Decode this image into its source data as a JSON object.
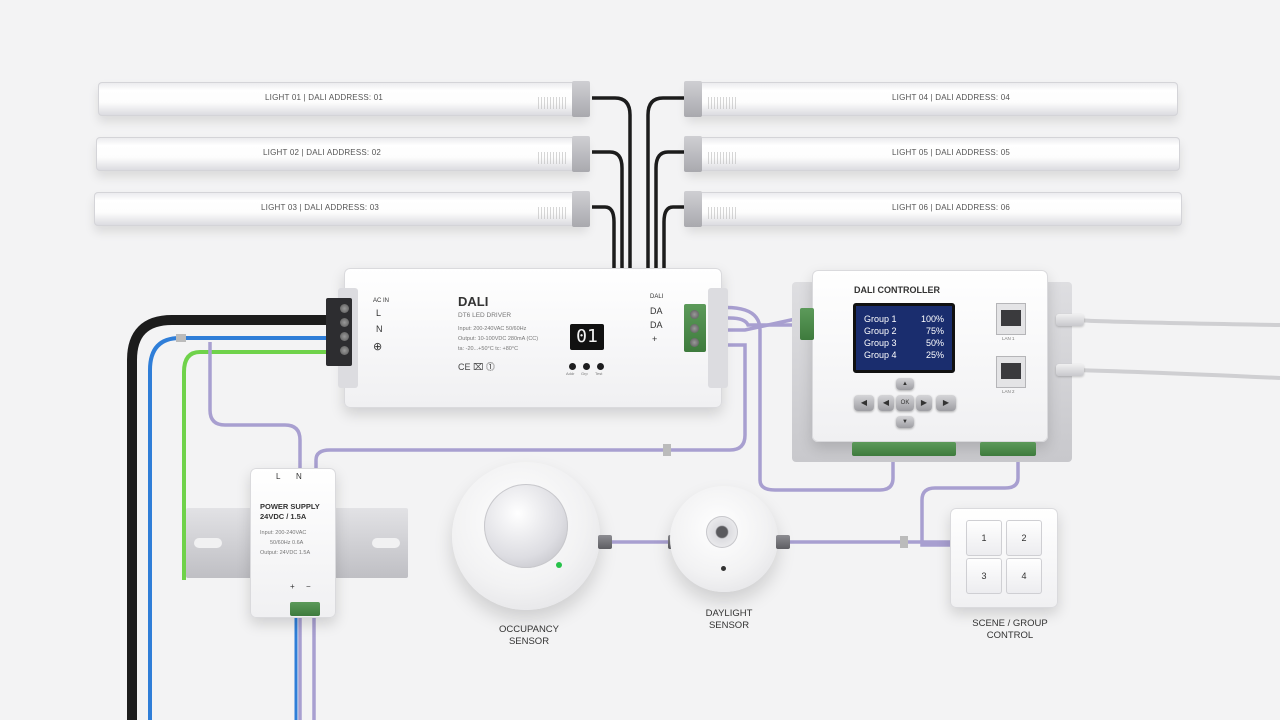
{
  "lights": [
    {
      "label": "LIGHT 01  |  DALI ADDRESS: 01"
    },
    {
      "label": "LIGHT 02  |  DALI ADDRESS: 02"
    },
    {
      "label": "LIGHT 03  |  DALI ADDRESS: 03"
    },
    {
      "label": "LIGHT 04  |  DALI ADDRESS: 04"
    },
    {
      "label": "LIGHT 05  |  DALI ADDRESS: 05"
    },
    {
      "label": "LIGHT 06  |  DALI ADDRESS: 06"
    }
  ],
  "driver": {
    "ac_in": "AC IN",
    "terminals": [
      "L",
      "N",
      "⊕"
    ],
    "brand": "DALI",
    "model": "DT6 LED DRIVER",
    "spec_input": "Input: 200-240VAC 50/60Hz",
    "spec_output": "Output: 10-100VDC 280mA (CC)",
    "spec_temp": "ta: -20...+50°C    tc: +80°C",
    "marks": "CE  ⌧  ⓵",
    "display": "01",
    "buttons": [
      "Addr",
      "Grp",
      "Test"
    ],
    "dali_out_label": "DALI",
    "dali_out_terms": [
      "DA",
      "DA",
      "+"
    ]
  },
  "controller": {
    "title": "DALI CONTROLLER",
    "groups": [
      {
        "name": "Group 1",
        "value": "100%"
      },
      {
        "name": "Group 2",
        "value": "75%"
      },
      {
        "name": "Group 3",
        "value": "50%"
      },
      {
        "name": "Group 4",
        "value": "25%"
      }
    ],
    "nav": {
      "up": "▲",
      "down": "▼",
      "left": "◀",
      "right": "▶",
      "ok": "OK",
      "back": "◀",
      "fwd": "▶"
    },
    "lan1": "LAN 1",
    "lan2": "LAN 2"
  },
  "power_supply": {
    "terminals": [
      "L",
      "N"
    ],
    "title": "POWER SUPPLY",
    "rating": "24VDC / 1.5A",
    "spec_input": "Input: 200-240VAC",
    "spec_freq": "50/60Hz 0.6A",
    "spec_output": "Output: 24VDC 1.5A",
    "out_terms": [
      "+",
      "−"
    ]
  },
  "occupancy_sensor": {
    "caption_line1": "OCCUPANCY",
    "caption_line2": "SENSOR"
  },
  "daylight_sensor": {
    "caption_line1": "DAYLIGHT",
    "caption_line2": "SENSOR"
  },
  "scene_control": {
    "keys": [
      "1",
      "2",
      "3",
      "4"
    ],
    "caption_line1": "SCENE / GROUP",
    "caption_line2": "CONTROL"
  },
  "colors": {
    "dali_wire": "#a89fd0",
    "mains_black": "#1c1c1c",
    "mains_blue": "#2f7ed8",
    "earth_green": "#6fd24a",
    "lcd_blue": "#1a2d6e",
    "terminal_green": "#4c8a4a"
  }
}
